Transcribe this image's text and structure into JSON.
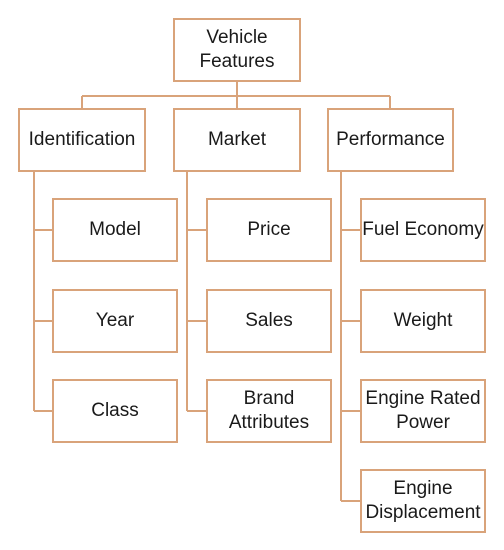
{
  "diagram": {
    "root": {
      "line1": "Vehicle",
      "line2": "Features"
    },
    "categories": [
      {
        "label": "Identification"
      },
      {
        "label": "Market"
      },
      {
        "label": "Performance"
      }
    ],
    "identification_items": [
      {
        "label": "Model"
      },
      {
        "label": "Year"
      },
      {
        "label": "Class"
      }
    ],
    "market_items": [
      {
        "label": "Price"
      },
      {
        "label": "Sales"
      },
      {
        "label_line1": "Brand",
        "label_line2": "Attributes"
      }
    ],
    "performance_items": [
      {
        "label": "Fuel Economy"
      },
      {
        "label": "Weight"
      },
      {
        "label_line1": "Engine Rated",
        "label_line2": "Power"
      },
      {
        "label_line1": "Engine",
        "label_line2": "Displacement"
      }
    ]
  },
  "colors": {
    "border": "#d9a37a",
    "text": "#1a1a1a",
    "background": "#ffffff"
  }
}
